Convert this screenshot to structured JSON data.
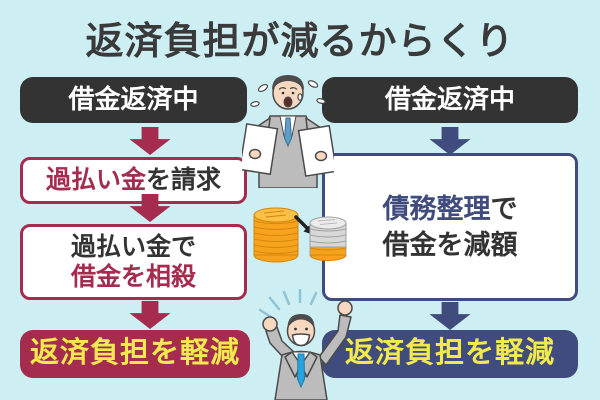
{
  "title": "返済負担が減るからくり",
  "colors": {
    "background": "#cdeef3",
    "title_text": "#3a3a3a",
    "dark_box": "#333333",
    "crimson": "#a52c4e",
    "navy": "#404c7e",
    "yellow": "#f2e94e",
    "coin_gold": "#f6a21c",
    "coin_silver": "#d8d8d8"
  },
  "left_flow": {
    "step1": "借金返済中",
    "step2_accent": "過払い金",
    "step2_rest": "を請求",
    "step3_line1": "過払い金で",
    "step3_line2": "借金を相殺",
    "result": "返済負担を軽減"
  },
  "right_flow": {
    "step1": "借金返済中",
    "step2_accent": "債務整理",
    "step2_rest": "で",
    "step2_line2": "借金を減額",
    "result": "返済負担を軽減"
  },
  "icons": {
    "worried_man": "worried-businessman-with-documents-icon",
    "gold_coins": "gold-coin-stack-icon",
    "silver_coins": "silver-coin-stack-icon",
    "transfer_arrow": "coin-transfer-arrow-icon",
    "happy_man": "cheering-businessman-icon",
    "flow_arrow": "down-arrow-icon"
  }
}
